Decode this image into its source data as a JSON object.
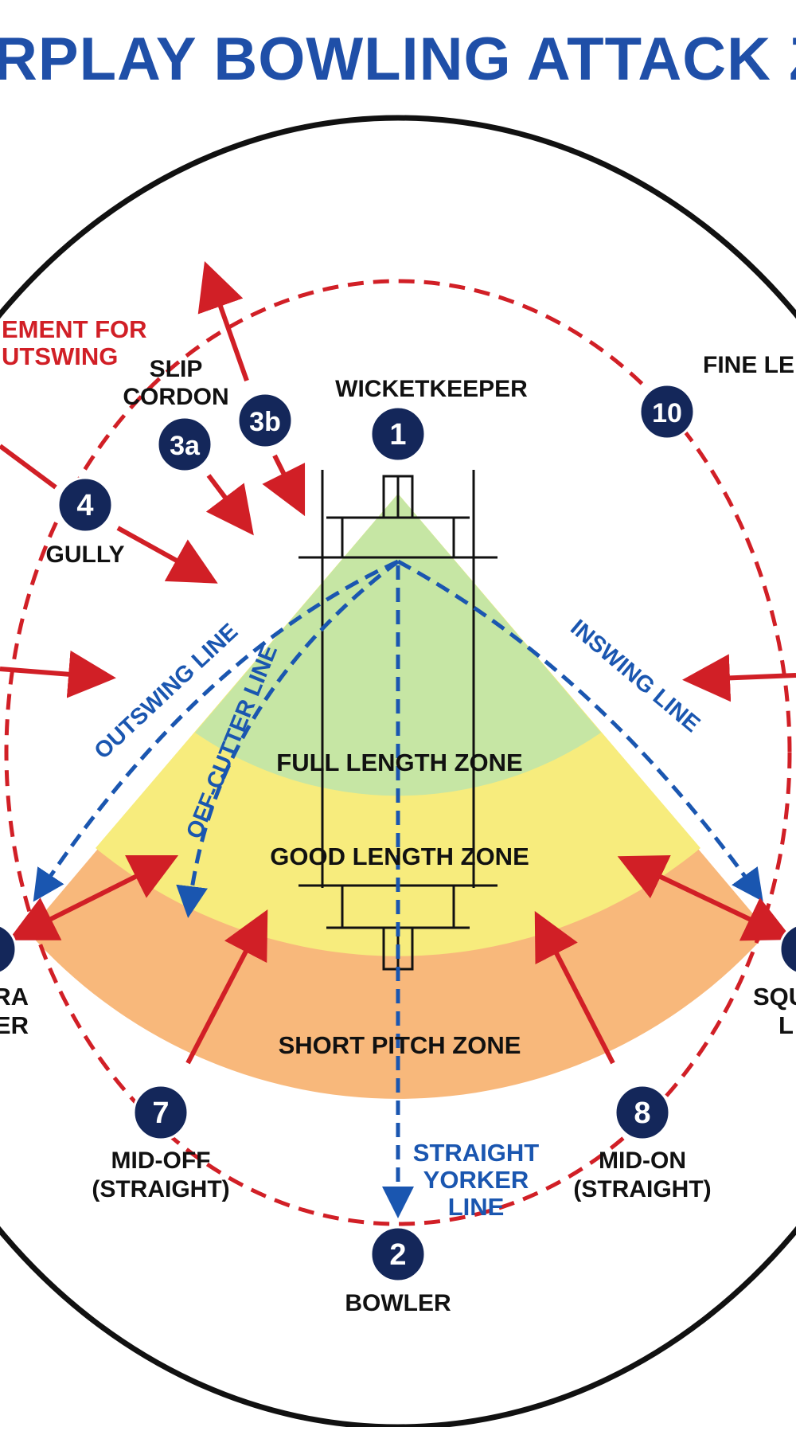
{
  "title": "RPLAY BOWLING ATTACK Z",
  "colors": {
    "title": "#1f4fa8",
    "red": "#d11f26",
    "blue": "#1a56b0",
    "navy": "#14275a",
    "full_zone": "#c6e6a4",
    "good_zone": "#f7ec7d",
    "short_zone": "#f8b87b",
    "dark": "#111111"
  },
  "zones": {
    "full": "FULL LENGTH ZONE",
    "good": "GOOD LENGTH ZONE",
    "short": "SHORT PITCH ZONE"
  },
  "lines": {
    "outswing": "OUTSWING LINE",
    "offcutter": "OFF-CUTTER LINE",
    "inswing": "INSWING LINE",
    "yorker": [
      "STRAIGHT",
      "YORKER",
      "LINE"
    ]
  },
  "movement_note": [
    "EMENT FOR",
    "UTSWING"
  ],
  "fielders": [
    {
      "num": "1",
      "label": [
        "WICKETKEEPER"
      ]
    },
    {
      "num": "2",
      "label": [
        "BOWLER"
      ]
    },
    {
      "num": "3a",
      "label": []
    },
    {
      "num": "3b",
      "label": []
    },
    {
      "num": "4",
      "label": [
        "GULLY"
      ]
    },
    {
      "num": "7",
      "label": [
        "MID-OFF",
        "(STRAIGHT)"
      ]
    },
    {
      "num": "8",
      "label": [
        "MID-ON",
        "(STRAIGHT)"
      ]
    },
    {
      "num": "10",
      "label": [
        "FINE LE"
      ]
    }
  ],
  "slip_label": [
    "SLIP",
    "CORDON"
  ],
  "edge_labels": {
    "left": [
      "RA",
      "ER"
    ],
    "right": [
      "SQU",
      "L"
    ]
  }
}
